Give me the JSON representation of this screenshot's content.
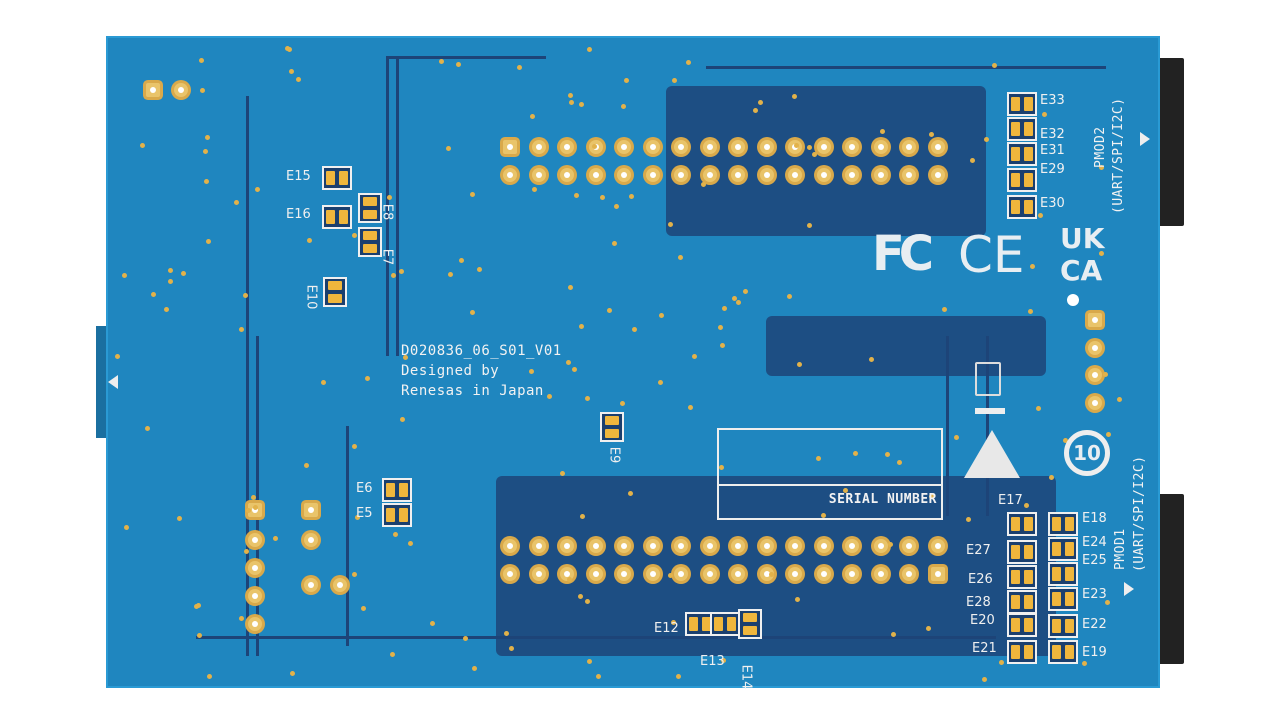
{
  "board": {
    "designer_text": [
      "D020836_06_S01_V01",
      "Designed by",
      "Renesas in Japan"
    ],
    "serial_label": "SERIAL NUMBER",
    "pmod2_label": "PMOD2",
    "pmod2_sub": "(UART/SPI/I2C)",
    "pmod1_label": "PMOD1",
    "pmod1_sub": "(UART/SPI/I2C)",
    "logos": {
      "fcc": "FC",
      "ce": "CE",
      "ukca_top": "UK",
      "ukca_bottom": "CA",
      "recycle": "10"
    },
    "jumpers": {
      "E33": "E33",
      "E32": "E32",
      "E31": "E31",
      "E29": "E29",
      "E30": "E30",
      "E15": "E15",
      "E16": "E16",
      "E8": "E8",
      "E7": "E7",
      "E10": "E10",
      "E9": "E9",
      "E6": "E6",
      "E5": "E5",
      "E12": "E12",
      "E13": "E13",
      "E14": "E14",
      "E17": "E17",
      "E18": "E18",
      "E27": "E27",
      "E24": "E24",
      "E25": "E25",
      "E26": "E26",
      "E23": "E23",
      "E28": "E28",
      "E20": "E20",
      "E22": "E22",
      "E21": "E21",
      "E19": "E19"
    }
  }
}
